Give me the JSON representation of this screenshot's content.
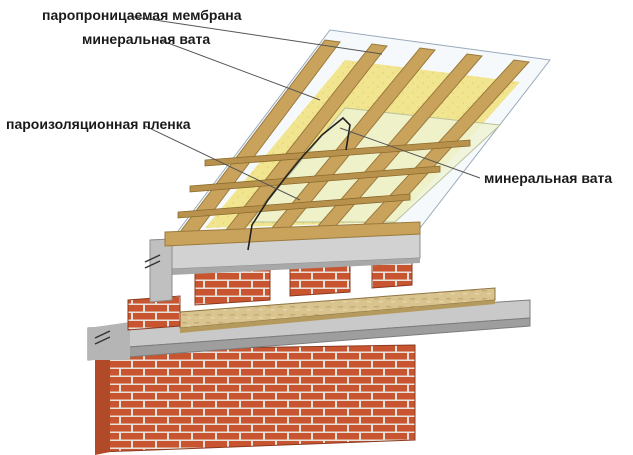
{
  "labels": {
    "membrane": "паропроницаемая мембрана",
    "wool_top": "минеральная вата",
    "vapor_film": "пароизоляционная пленка",
    "wool_right": "минеральная вата"
  },
  "colors": {
    "brick": "#c8552f",
    "brick_mortar": "#e8e2dc",
    "concrete": "#c9c9c9",
    "concrete_dark": "#9e9e9e",
    "wood": "#c9a35c",
    "wood_dark": "#9a7a3c",
    "wool": "#f2e48a",
    "film": "#e9eef2",
    "osb": "#d9c38f"
  }
}
